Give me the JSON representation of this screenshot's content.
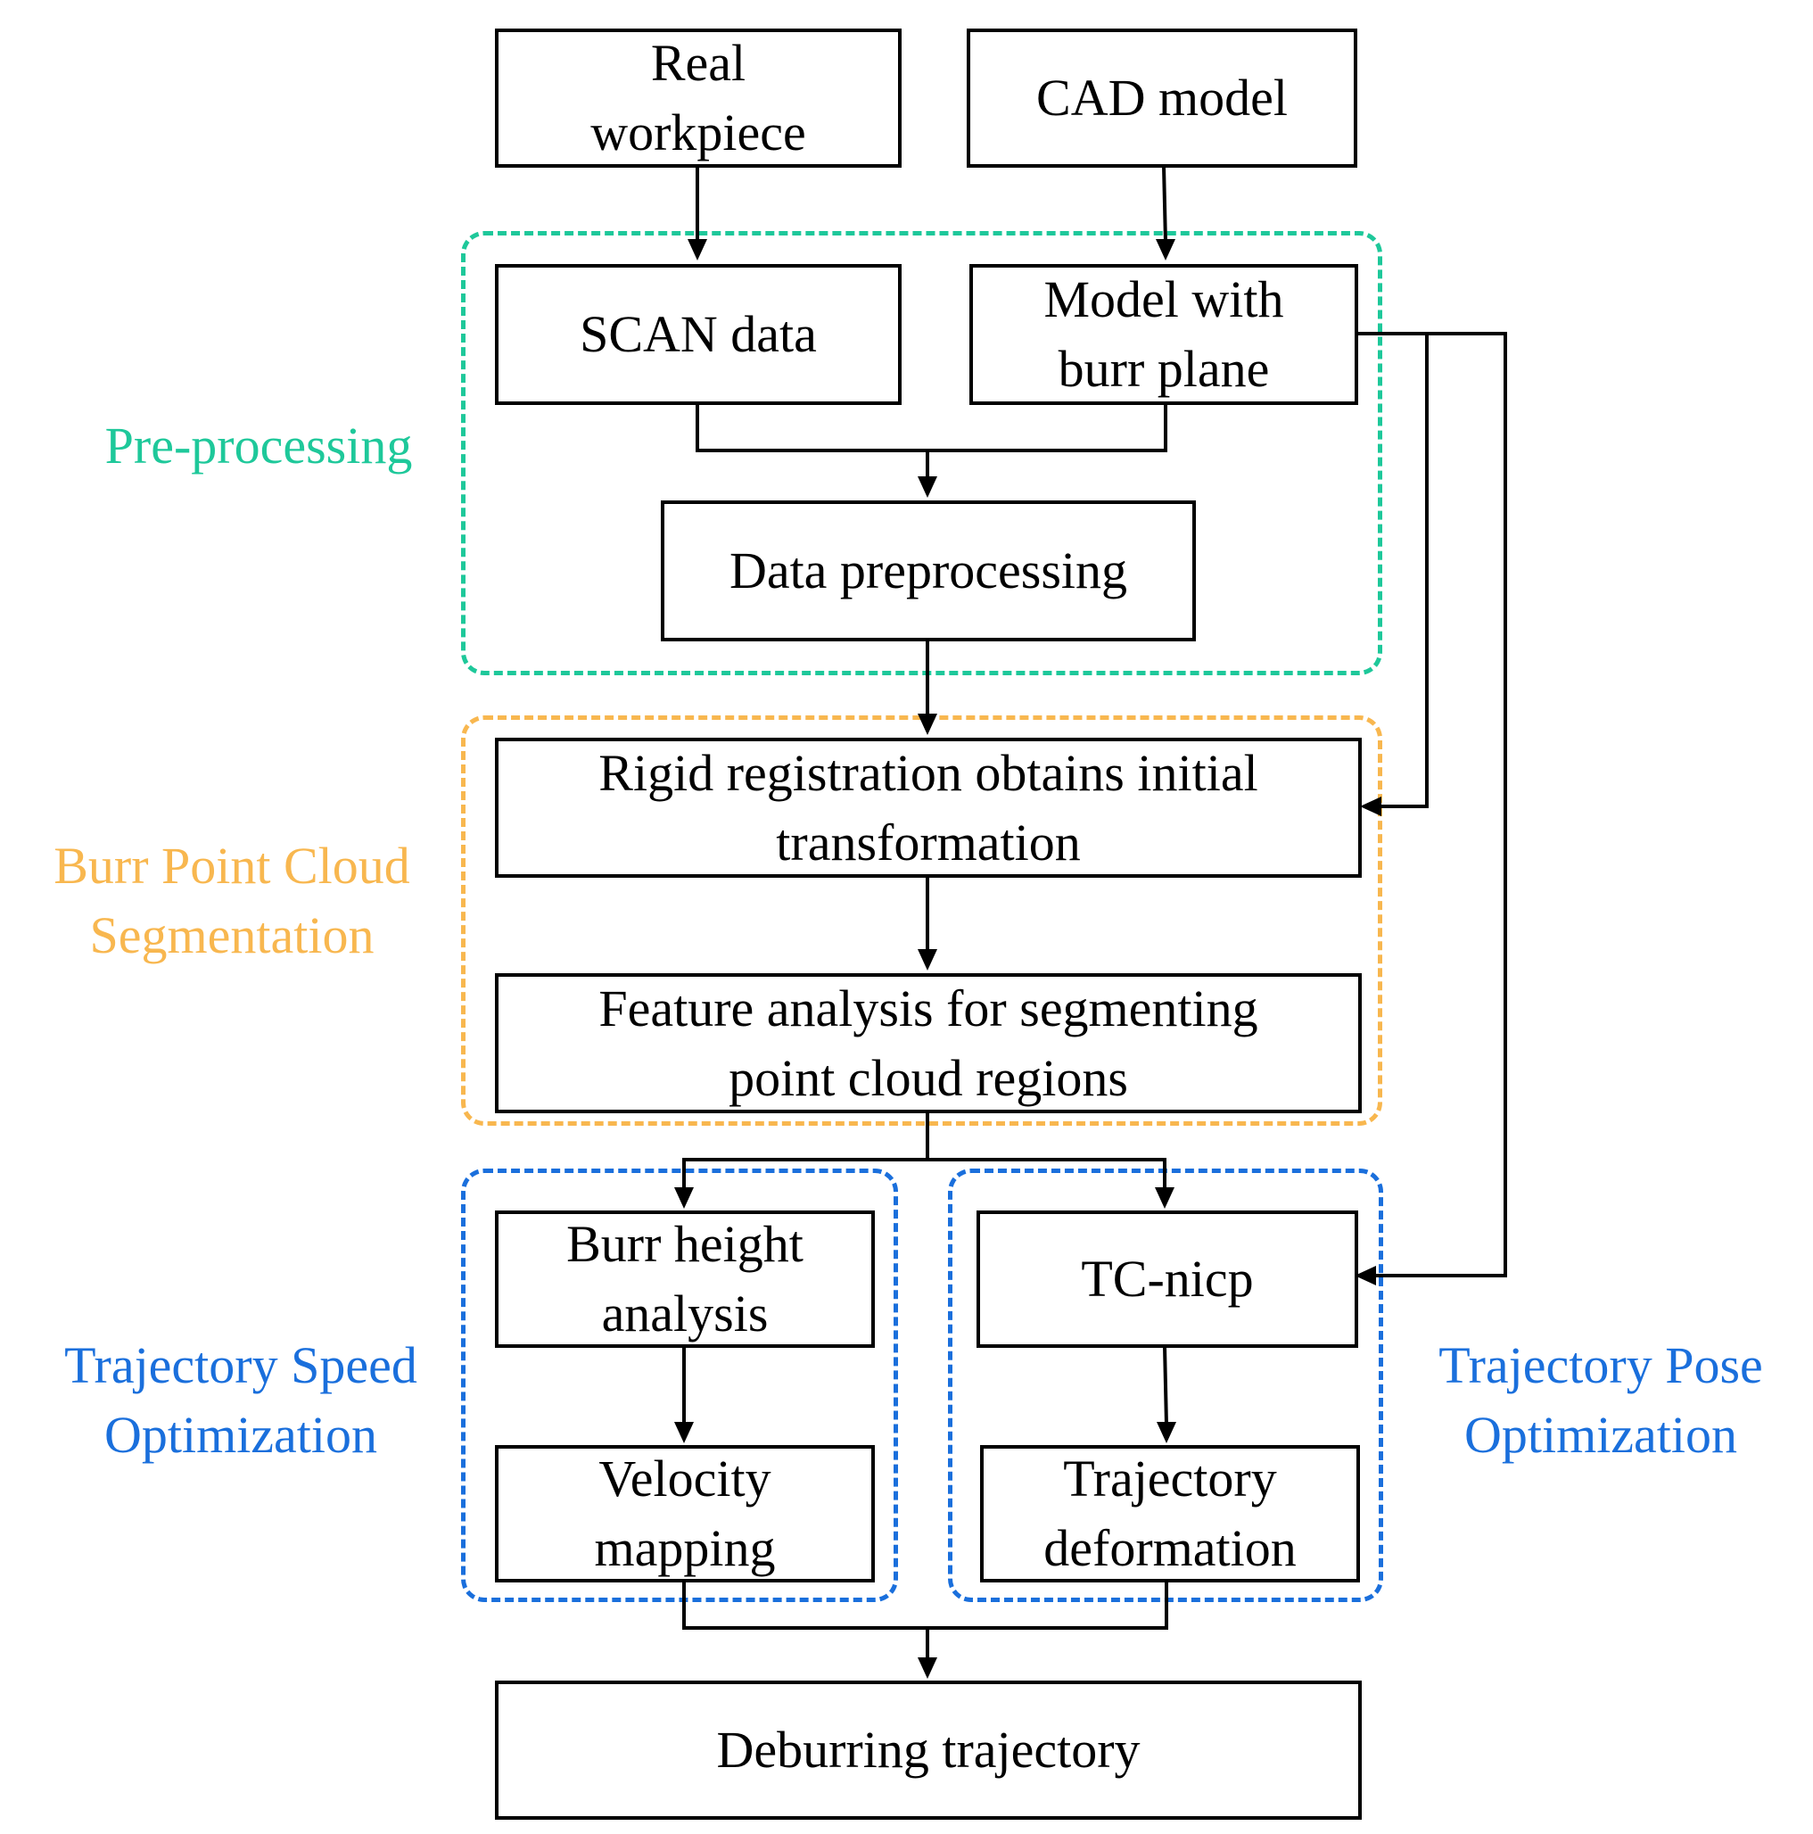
{
  "colors": {
    "preprocessing": "#1ec89a",
    "segmentation": "#f8b74f",
    "optimization": "#1a6fdc",
    "line": "#000000"
  },
  "regions": {
    "preprocessing": {
      "label": [
        "Pre-processing"
      ]
    },
    "segmentation": {
      "label": [
        "Burr Point Cloud",
        "Segmentation"
      ]
    },
    "speed": {
      "label": [
        "Trajectory Speed",
        "Optimization"
      ]
    },
    "pose": {
      "label": [
        "Trajectory Pose",
        "Optimization"
      ]
    }
  },
  "nodes": {
    "real_workpiece": [
      "Real",
      "workpiece"
    ],
    "cad_model": [
      "CAD model"
    ],
    "scan_data": [
      "SCAN data"
    ],
    "model_burr_plane": [
      "Model with",
      "burr plane"
    ],
    "data_preprocessing": [
      "Data preprocessing"
    ],
    "rigid_registration": [
      "Rigid registration obtains initial",
      "transformation"
    ],
    "feature_analysis": [
      "Feature analysis for segmenting",
      "point cloud regions"
    ],
    "burr_height": [
      "Burr height",
      "analysis"
    ],
    "velocity_mapping": [
      "Velocity",
      "mapping"
    ],
    "tc_nicp": [
      "TC-nicp"
    ],
    "trajectory_deformation": [
      "Trajectory",
      "deformation"
    ],
    "deburring_trajectory": [
      "Deburring trajectory"
    ]
  },
  "edges": [
    [
      "real_workpiece",
      "scan_data"
    ],
    [
      "cad_model",
      "model_burr_plane"
    ],
    [
      "scan_data",
      "data_preprocessing"
    ],
    [
      "model_burr_plane",
      "data_preprocessing"
    ],
    [
      "model_burr_plane",
      "rigid_registration"
    ],
    [
      "model_burr_plane",
      "tc_nicp"
    ],
    [
      "data_preprocessing",
      "rigid_registration"
    ],
    [
      "rigid_registration",
      "feature_analysis"
    ],
    [
      "feature_analysis",
      "burr_height"
    ],
    [
      "feature_analysis",
      "tc_nicp"
    ],
    [
      "burr_height",
      "velocity_mapping"
    ],
    [
      "tc_nicp",
      "trajectory_deformation"
    ],
    [
      "velocity_mapping",
      "deburring_trajectory"
    ],
    [
      "trajectory_deformation",
      "deburring_trajectory"
    ]
  ]
}
